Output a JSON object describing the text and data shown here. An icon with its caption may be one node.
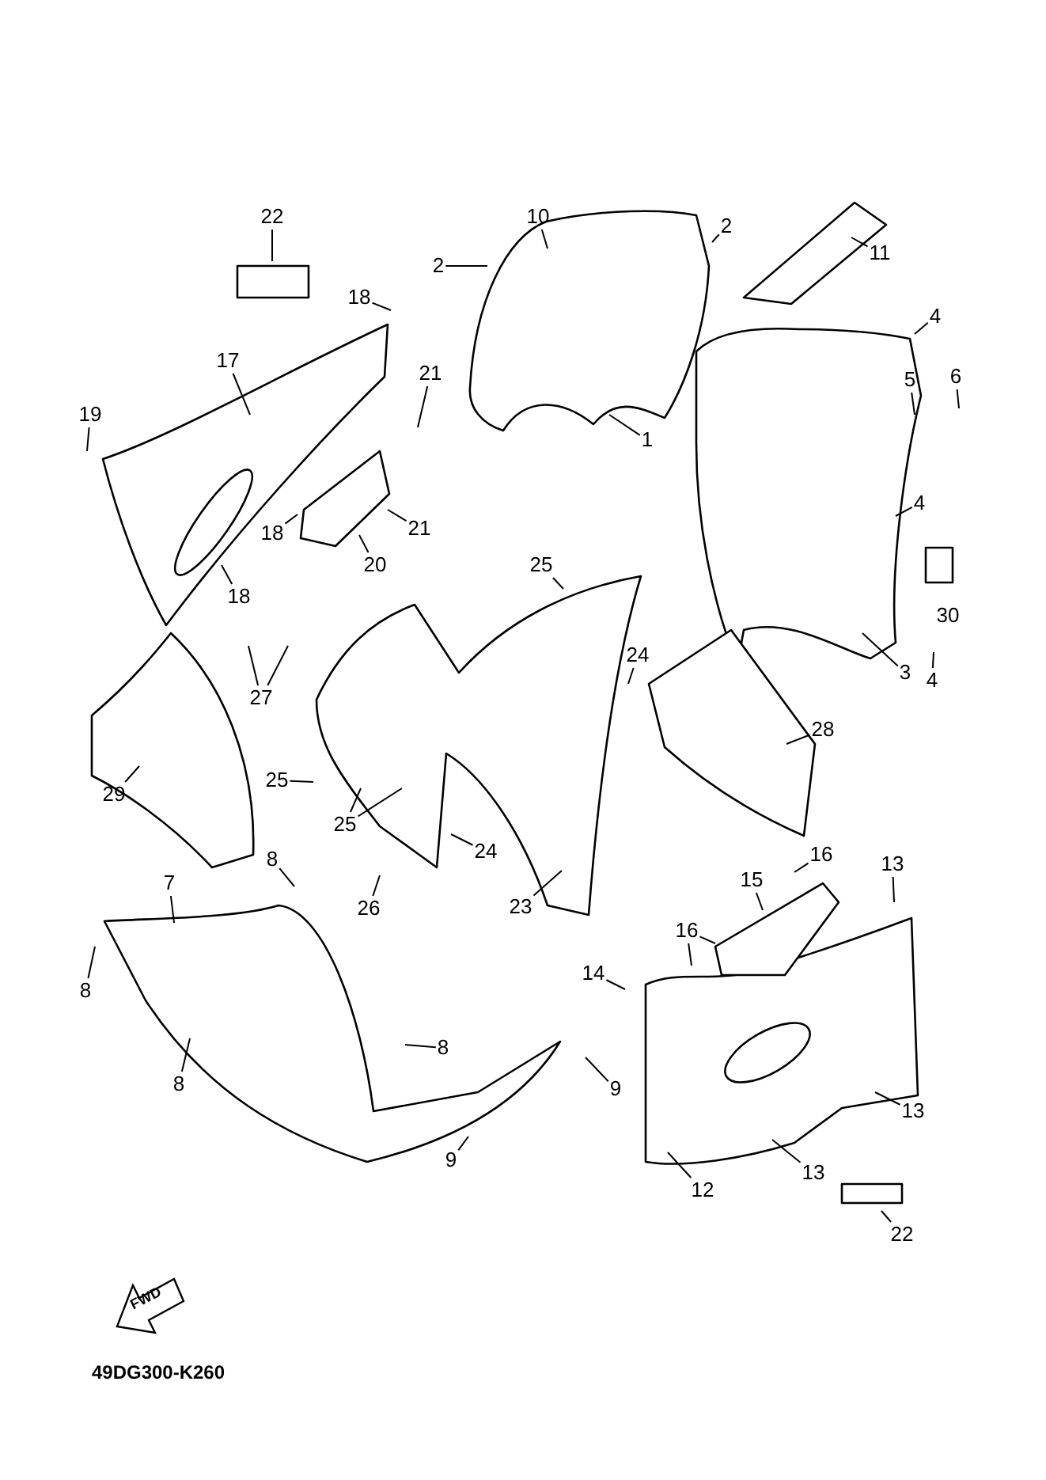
{
  "diagram": {
    "nodes": [
      {
        "text": [
          "22"
        ]
      },
      {
        "text": [
          "10"
        ]
      },
      {
        "text": [
          "2"
        ]
      },
      {
        "text": [
          "2"
        ]
      },
      {
        "text": [
          "11"
        ]
      },
      {
        "text": [
          "18"
        ]
      },
      {
        "text": [
          "4"
        ]
      },
      {
        "text": [
          "17"
        ]
      },
      {
        "text": [
          "5"
        ]
      },
      {
        "text": [
          "6"
        ]
      },
      {
        "text": [
          "21"
        ]
      },
      {
        "text": [
          "19"
        ]
      },
      {
        "text": [
          "1"
        ]
      },
      {
        "text": [
          "4"
        ]
      },
      {
        "text": [
          "21"
        ]
      },
      {
        "text": [
          "18"
        ]
      },
      {
        "text": [
          "20"
        ]
      },
      {
        "text": [
          "18"
        ]
      },
      {
        "text": [
          "25"
        ]
      },
      {
        "text": [
          "24"
        ]
      },
      {
        "text": [
          "27"
        ]
      },
      {
        "text": [
          "3"
        ]
      },
      {
        "text": [
          "4"
        ]
      },
      {
        "text": [
          "28"
        ]
      },
      {
        "text": [
          "29"
        ]
      },
      {
        "text": [
          "25"
        ]
      },
      {
        "text": [
          "25"
        ]
      },
      {
        "text": [
          "24"
        ]
      },
      {
        "text": [
          "8"
        ]
      },
      {
        "text": [
          "7"
        ]
      },
      {
        "text": [
          "26"
        ]
      },
      {
        "text": [
          "23"
        ]
      },
      {
        "text": [
          "16"
        ]
      },
      {
        "text": [
          "13"
        ]
      },
      {
        "text": [
          "15"
        ]
      },
      {
        "text": [
          "16"
        ]
      },
      {
        "text": [
          "8"
        ]
      },
      {
        "text": [
          "14"
        ]
      },
      {
        "text": [
          "8"
        ]
      },
      {
        "text": [
          "8"
        ]
      },
      {
        "text": [
          "9"
        ]
      },
      {
        "text": [
          "13"
        ]
      },
      {
        "text": [
          "9"
        ]
      },
      {
        "text": [
          "12"
        ]
      },
      {
        "text": [
          "13"
        ]
      },
      {
        "text": [
          "22"
        ]
      }
    ],
    "edges": [
      {
        "from": 0,
        "to": null,
        "arrow": "none"
      },
      {
        "from": 1,
        "to": null,
        "arrow": "none"
      },
      {
        "from": 2,
        "to": null,
        "arrow": "none"
      },
      {
        "from": 3,
        "to": null,
        "arrow": "none"
      },
      {
        "from": 4,
        "to": null,
        "arrow": "none"
      },
      {
        "from": 5,
        "to": null,
        "arrow": "none"
      },
      {
        "from": 6,
        "to": null,
        "arrow": "none"
      },
      {
        "from": 7,
        "to": null,
        "arrow": "none"
      },
      {
        "from": 8,
        "to": null,
        "arrow": "none"
      },
      {
        "from": 9,
        "to": null,
        "arrow": "none"
      },
      {
        "from": 10,
        "to": null,
        "arrow": "none"
      },
      {
        "from": 11,
        "to": null,
        "arrow": "none"
      },
      {
        "from": 12,
        "to": null,
        "arrow": "none"
      },
      {
        "from": 13,
        "to": null,
        "arrow": "none"
      },
      {
        "from": 14,
        "to": null,
        "arrow": "none"
      },
      {
        "from": 15,
        "to": null,
        "arrow": "none"
      },
      {
        "from": 16,
        "to": null,
        "arrow": "none"
      },
      {
        "from": 17,
        "to": null,
        "arrow": "none"
      },
      {
        "from": 18,
        "to": null,
        "arrow": "none"
      },
      {
        "from": 19,
        "to": null,
        "arrow": "none"
      },
      {
        "from": 20,
        "to": null,
        "arrow": "none"
      },
      {
        "from": 20,
        "to": null,
        "arrow": "none"
      },
      {
        "from": 21,
        "to": null,
        "arrow": "none"
      },
      {
        "from": 22,
        "to": null,
        "arrow": "none"
      },
      {
        "from": 23,
        "to": null,
        "arrow": "none"
      },
      {
        "from": 24,
        "to": null,
        "arrow": "none"
      },
      {
        "from": 25,
        "to": null,
        "arrow": "none"
      },
      {
        "from": 26,
        "to": null,
        "arrow": "none"
      },
      {
        "from": 26,
        "to": null,
        "arrow": "none"
      },
      {
        "from": 27,
        "to": null,
        "arrow": "none"
      },
      {
        "from": 28,
        "to": null,
        "arrow": "none"
      },
      {
        "from": 29,
        "to": null,
        "arrow": "none"
      },
      {
        "from": 30,
        "to": null,
        "arrow": "none"
      },
      {
        "from": 31,
        "to": null,
        "arrow": "none"
      },
      {
        "from": 32,
        "to": null,
        "arrow": "none"
      },
      {
        "from": 33,
        "to": null,
        "arrow": "none"
      },
      {
        "from": 34,
        "to": null,
        "arrow": "none"
      },
      {
        "from": 35,
        "to": null,
        "arrow": "none"
      },
      {
        "from": 35,
        "to": null,
        "arrow": "none"
      },
      {
        "from": 36,
        "to": null,
        "arrow": "none"
      },
      {
        "from": 37,
        "to": null,
        "arrow": "none"
      },
      {
        "from": 38,
        "to": null,
        "arrow": "none"
      },
      {
        "from": 39,
        "to": null,
        "arrow": "none"
      },
      {
        "from": 40,
        "to": null,
        "arrow": "none"
      },
      {
        "from": 41,
        "to": null,
        "arrow": "none"
      },
      {
        "from": 42,
        "to": null,
        "arrow": "none"
      },
      {
        "from": 43,
        "to": null,
        "arrow": "none"
      },
      {
        "from": 44,
        "to": null,
        "arrow": "none"
      },
      {
        "from": 45,
        "to": null,
        "arrow": "none"
      }
    ],
    "labels": [
      "30",
      "FWD",
      "49DG300-K260"
    ]
  }
}
